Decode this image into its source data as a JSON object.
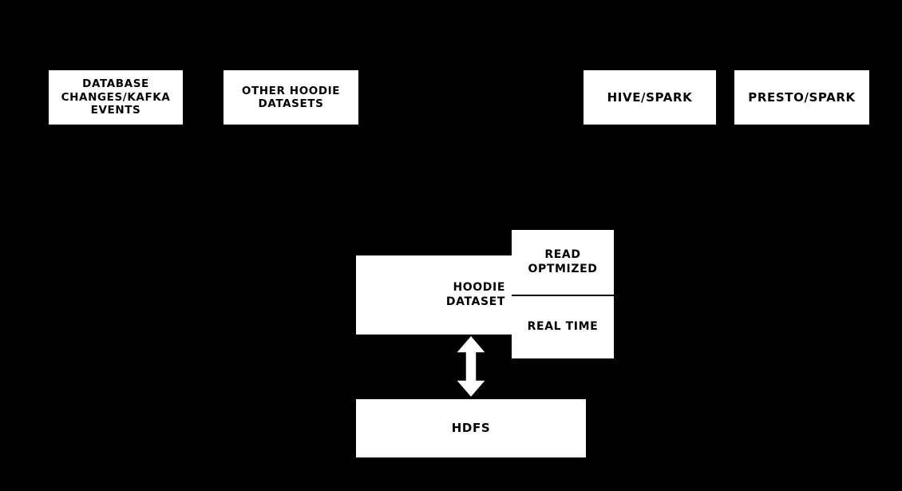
{
  "diagram": {
    "type": "architecture-flow",
    "background_color": "#000000",
    "node_fill_color": "#ffffff",
    "node_text_color": "#000000",
    "nodes": {
      "database_changes": {
        "label": "Database\nChanges/Kafka\nEvents"
      },
      "other_hoodie_datasets": {
        "label": "Other Hoodie\nDatasets"
      },
      "hive_spark": {
        "label": "Hive/Spark"
      },
      "presto_spark": {
        "label": "Presto/Spark"
      },
      "hoodie_dataset": {
        "label": "Hoodie\nDataset"
      },
      "read_optimized": {
        "label": "Read\nOptmized"
      },
      "real_time": {
        "label": "Real Time"
      },
      "hdfs": {
        "label": "HDFS"
      }
    },
    "connectors": [
      {
        "name": "hoodie-dataset-to-hdfs",
        "style": "double-headed-arrow",
        "orientation": "vertical",
        "fill": "#ffffff",
        "from": "hoodie_dataset",
        "to": "hdfs"
      }
    ]
  }
}
